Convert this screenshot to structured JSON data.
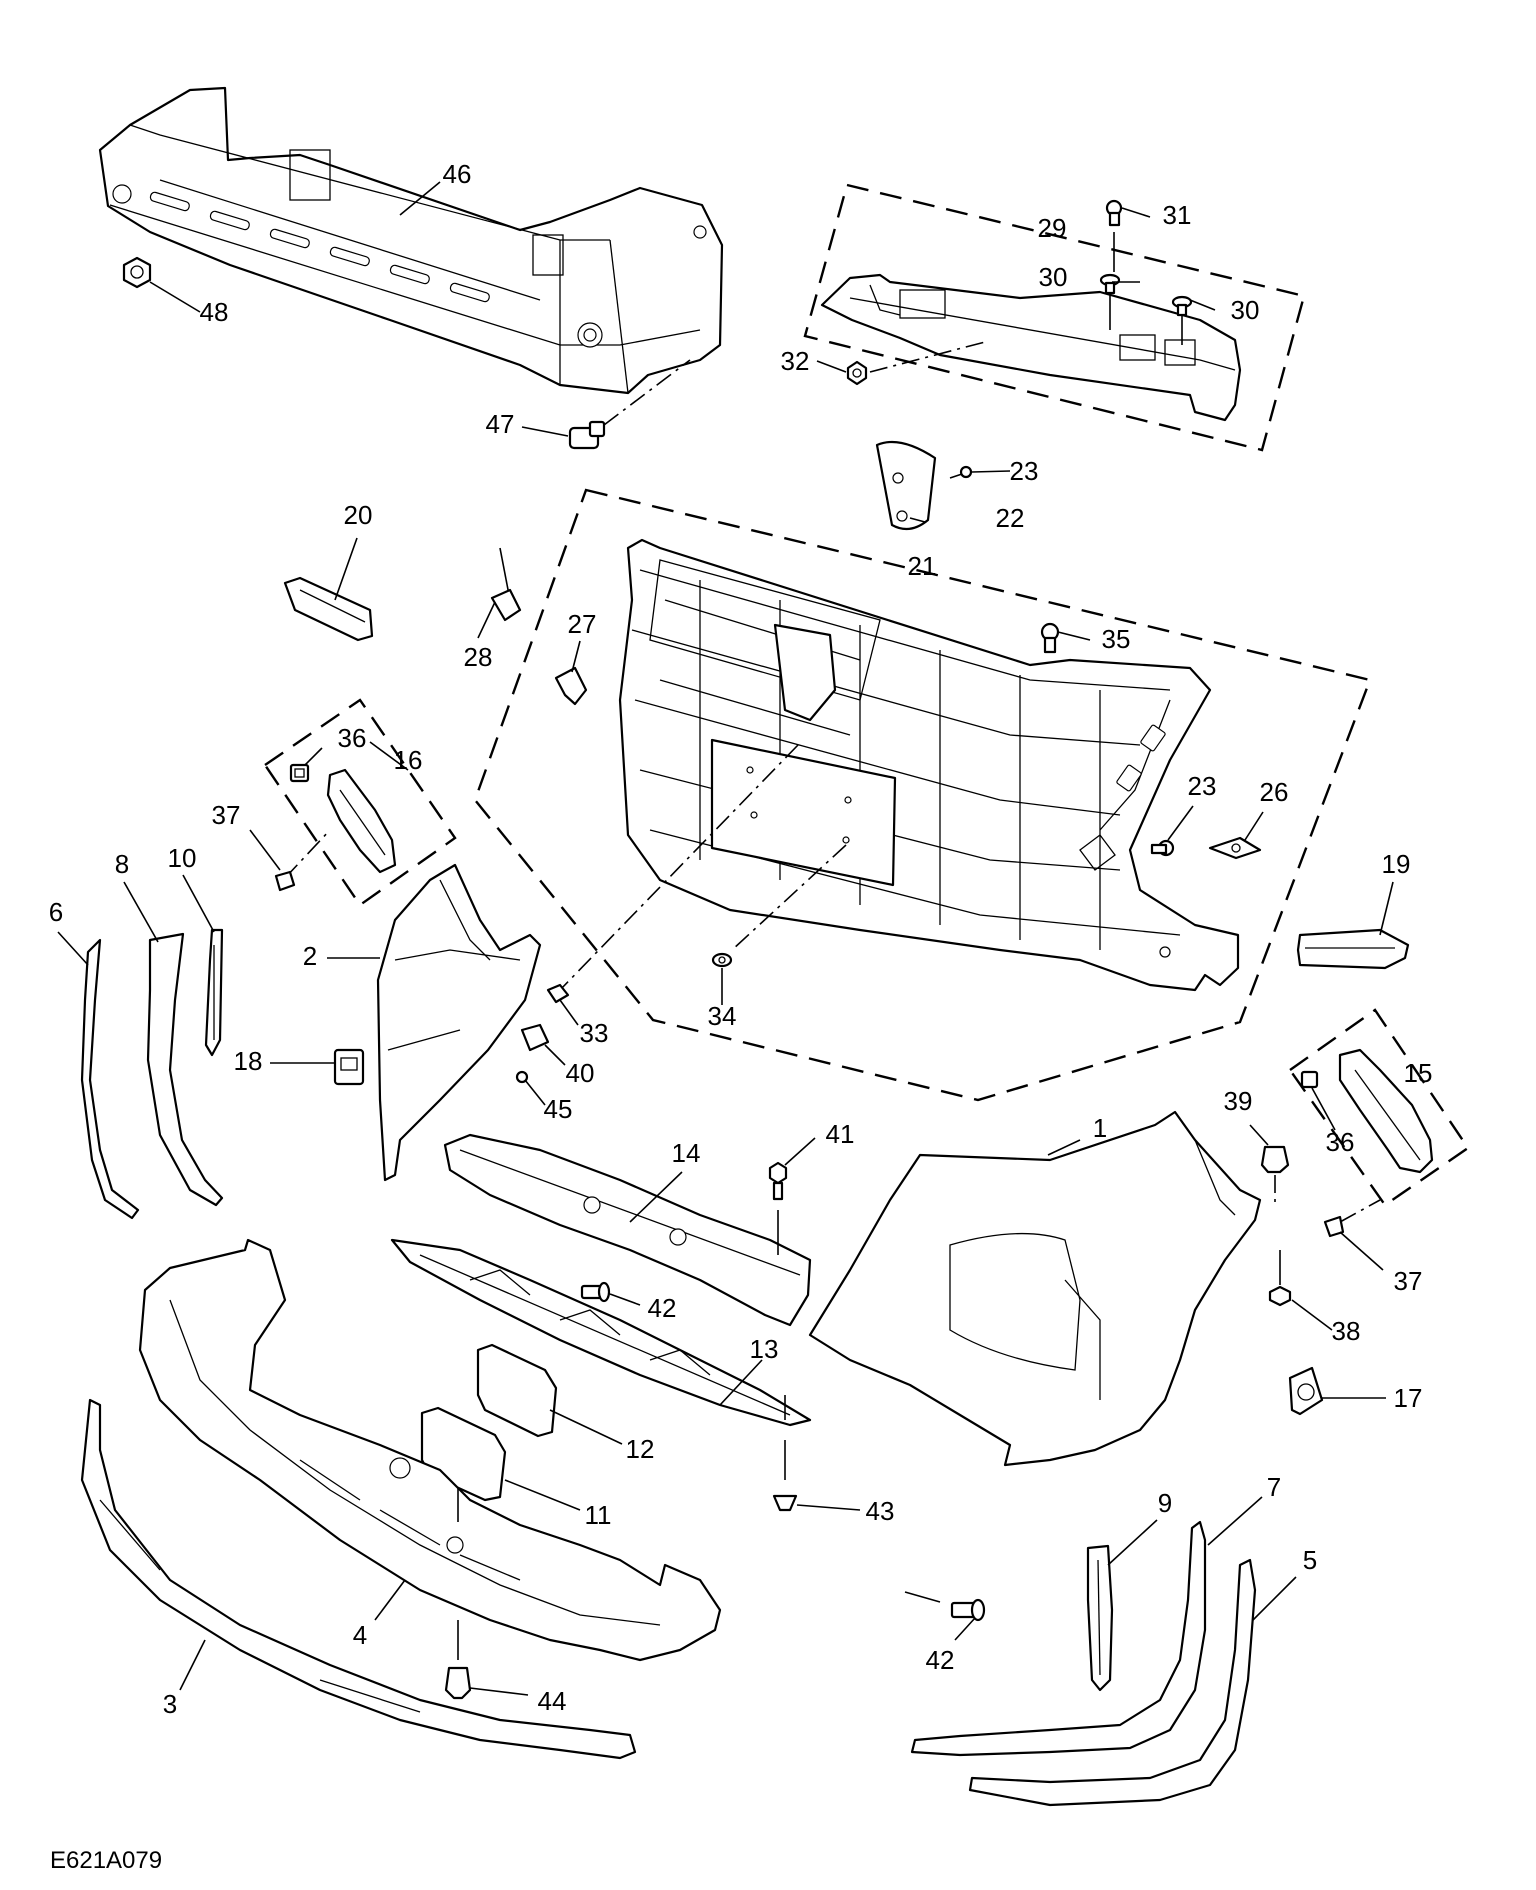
{
  "diagram_id": "E621A079",
  "callouts": {
    "c1": "1",
    "c2": "2",
    "c3": "3",
    "c4": "4",
    "c5": "5",
    "c6": "6",
    "c7": "7",
    "c8": "8",
    "c9": "9",
    "c10": "10",
    "c11": "11",
    "c12": "12",
    "c13": "13",
    "c14": "14",
    "c15": "15",
    "c16": "16",
    "c17": "17",
    "c18": "18",
    "c19": "19",
    "c20": "20",
    "c21": "21",
    "c22": "22",
    "c23a": "23",
    "c23b": "23",
    "c26": "26",
    "c27": "27",
    "c28": "28",
    "c29": "29",
    "c30a": "30",
    "c30b": "30",
    "c31": "31",
    "c32": "32",
    "c33": "33",
    "c34": "34",
    "c35": "35",
    "c36a": "36",
    "c36b": "36",
    "c37a": "37",
    "c37b": "37",
    "c38": "38",
    "c39": "39",
    "c40": "40",
    "c41": "41",
    "c42a": "42",
    "c42b": "42",
    "c43": "43",
    "c44": "44",
    "c45": "45",
    "c46": "46",
    "c47": "47",
    "c48": "48"
  }
}
